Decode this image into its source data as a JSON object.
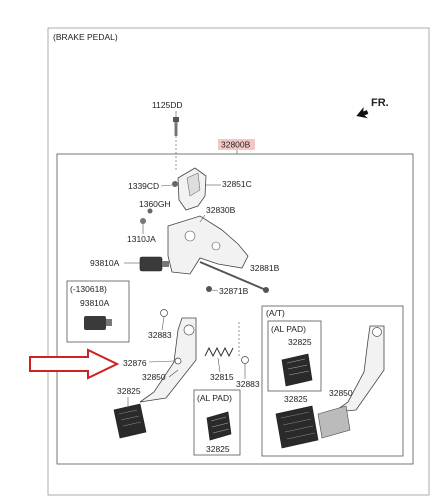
{
  "title": "(BRAKE PEDAL)",
  "direction_label": "FR.",
  "assembly_part": "32800B",
  "parts": {
    "bolt": "1125DD",
    "nut_top": "1339CD",
    "bracket_upper": "32851C",
    "nut_mid": "1360GH",
    "bracket_main": "32830B",
    "clip": "1310JA",
    "switch": "93810A",
    "shaft_bolt": "32881B",
    "nut_low": "32871B",
    "bushing_left": "32883",
    "pin": "32876",
    "spring": "32815",
    "bushing_right": "32883",
    "pedal_arm": "32850",
    "pad": "32825",
    "pad_at": "32825",
    "pedal_arm_at": "32850",
    "pad_al": "32825",
    "pad_at_al": "32825"
  },
  "inset_switch": {
    "label": "(-130618)",
    "part": "93810A"
  },
  "inset_at": {
    "label": "(A/T)"
  },
  "inset_al_pad_at": {
    "label": "(AL PAD)"
  },
  "inset_al_pad": {
    "label": "(AL PAD)"
  },
  "colors": {
    "highlight_fill": "#f4c7c7",
    "arrow": "#cc2222",
    "line": "#444444"
  }
}
